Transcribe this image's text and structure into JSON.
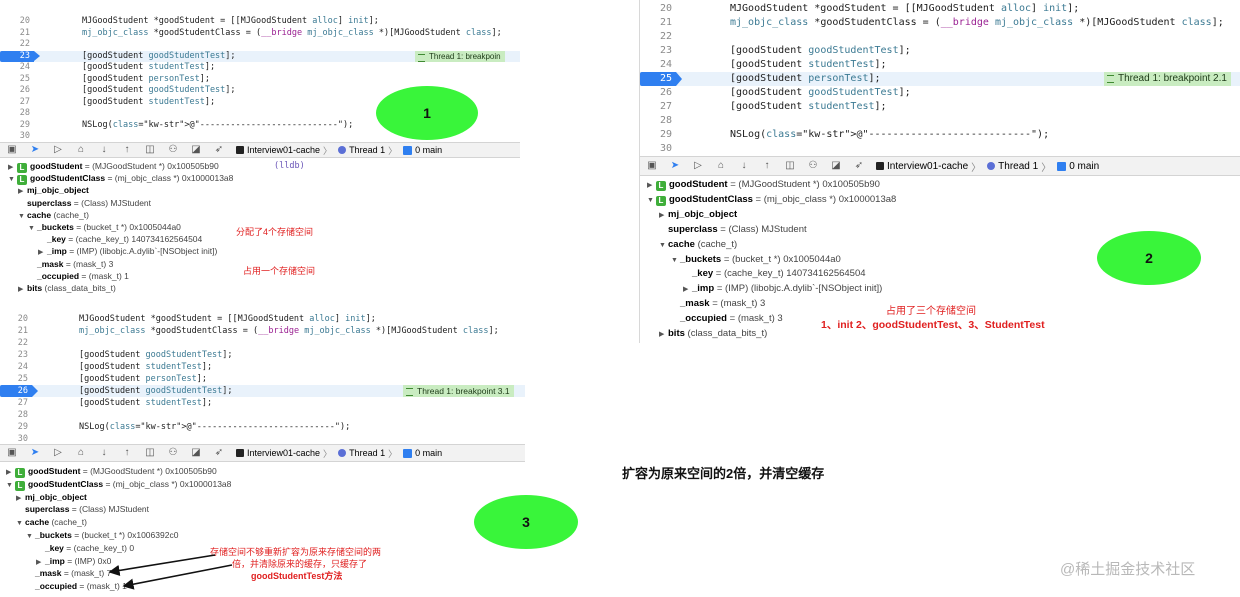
{
  "panel1": {
    "code": [
      {
        "n": "20",
        "t": "MJGoodStudent *goodStudent = [[MJGoodStudent alloc] init];"
      },
      {
        "n": "21",
        "t": "mj_objc_class *goodStudentClass = (__bridge mj_objc_class *)[MJGoodStudent class];"
      },
      {
        "n": "22",
        "t": ""
      },
      {
        "n": "23",
        "t": "[goodStudent goodStudentTest];",
        "bp": true
      },
      {
        "n": "24",
        "t": "[goodStudent studentTest];"
      },
      {
        "n": "25",
        "t": "[goodStudent personTest];"
      },
      {
        "n": "26",
        "t": "[goodStudent goodStudentTest];"
      },
      {
        "n": "27",
        "t": "[goodStudent studentTest];"
      },
      {
        "n": "28",
        "t": ""
      },
      {
        "n": "29",
        "t": "NSLog(@\"---------------------------\");"
      },
      {
        "n": "30",
        "t": ""
      }
    ],
    "breakpoint_tag": "Thread 1: breakpoin",
    "toolbar": {
      "target": "Interview01-cache",
      "thread": "Thread 1",
      "frame": "0 main"
    },
    "lldb": "(lldb)",
    "vars": [
      {
        "i": 0,
        "tri": "▶",
        "L": true,
        "name": "goodStudent",
        "type": " = (MJGoodStudent *) 0x100505b90"
      },
      {
        "i": 0,
        "tri": "▼",
        "L": true,
        "name": "goodStudentClass",
        "type": " = (mj_objc_class *) 0x1000013a8"
      },
      {
        "i": 1,
        "tri": "▶",
        "name": "mj_objc_object",
        "type": ""
      },
      {
        "i": 1,
        "tri": "",
        "name": "superclass",
        "type": " = (Class) MJStudent"
      },
      {
        "i": 1,
        "tri": "▼",
        "name": "cache",
        "type": " (cache_t)"
      },
      {
        "i": 2,
        "tri": "▼",
        "name": "_buckets",
        "type": " = (bucket_t *) 0x1005044a0"
      },
      {
        "i": 3,
        "tri": "",
        "name": "_key",
        "type": " = (cache_key_t) 140734162564504"
      },
      {
        "i": 3,
        "tri": "▶",
        "name": "_imp",
        "type": " = (IMP) (libobjc.A.dylib`-[NSObject init])"
      },
      {
        "i": 2,
        "tri": "",
        "name": "_mask",
        "type": " = (mask_t) 3"
      },
      {
        "i": 2,
        "tri": "",
        "name": "_occupied",
        "type": " = (mask_t) 1"
      },
      {
        "i": 1,
        "tri": "▶",
        "name": "bits",
        "type": " (class_data_bits_t)"
      }
    ],
    "note_alloc": "分配了4个存储空间",
    "note_used": "占用一个存储空间",
    "badge": "1"
  },
  "panel2": {
    "code": [
      {
        "n": "20",
        "t": "MJGoodStudent *goodStudent = [[MJGoodStudent alloc] init];"
      },
      {
        "n": "21",
        "t": "mj_objc_class *goodStudentClass = (__bridge mj_objc_class *)[MJGoodStudent class];"
      },
      {
        "n": "22",
        "t": ""
      },
      {
        "n": "23",
        "t": "[goodStudent goodStudentTest];"
      },
      {
        "n": "24",
        "t": "[goodStudent studentTest];"
      },
      {
        "n": "25",
        "t": "[goodStudent personTest];",
        "bp": true
      },
      {
        "n": "26",
        "t": "[goodStudent goodStudentTest];"
      },
      {
        "n": "27",
        "t": "[goodStudent studentTest];"
      },
      {
        "n": "28",
        "t": ""
      },
      {
        "n": "29",
        "t": "NSLog(@\"---------------------------\");"
      },
      {
        "n": "30",
        "t": ""
      }
    ],
    "breakpoint_tag": "Thread 1: breakpoint 2.1",
    "toolbar": {
      "target": "Interview01-cache",
      "thread": "Thread 1",
      "frame": "0 main"
    },
    "vars": [
      {
        "i": 0,
        "tri": "▶",
        "L": true,
        "name": "goodStudent",
        "type": " = (MJGoodStudent *) 0x100505b90"
      },
      {
        "i": 0,
        "tri": "▼",
        "L": true,
        "name": "goodStudentClass",
        "type": " = (mj_objc_class *) 0x1000013a8"
      },
      {
        "i": 1,
        "tri": "▶",
        "name": "mj_objc_object",
        "type": ""
      },
      {
        "i": 1,
        "tri": "",
        "name": "superclass",
        "type": " = (Class) MJStudent"
      },
      {
        "i": 1,
        "tri": "▼",
        "name": "cache",
        "type": " (cache_t)"
      },
      {
        "i": 2,
        "tri": "▼",
        "name": "_buckets",
        "type": " = (bucket_t *) 0x1005044a0"
      },
      {
        "i": 3,
        "tri": "",
        "name": "_key",
        "type": " = (cache_key_t) 140734162564504"
      },
      {
        "i": 3,
        "tri": "▶",
        "name": "_imp",
        "type": " = (IMP) (libobjc.A.dylib`-[NSObject init])"
      },
      {
        "i": 2,
        "tri": "",
        "name": "_mask",
        "type": " = (mask_t) 3"
      },
      {
        "i": 2,
        "tri": "",
        "name": "_occupied",
        "type": " = (mask_t) 3"
      },
      {
        "i": 1,
        "tri": "▶",
        "name": "bits",
        "type": " (class_data_bits_t)"
      }
    ],
    "note_used": "占用了三个存储空间",
    "note_list": "1、init 2、goodStudentTest、3、StudentTest",
    "badge": "2"
  },
  "panel3": {
    "code": [
      {
        "n": "20",
        "t": "MJGoodStudent *goodStudent = [[MJGoodStudent alloc] init];"
      },
      {
        "n": "21",
        "t": "mj_objc_class *goodStudentClass = (__bridge mj_objc_class *)[MJGoodStudent class];"
      },
      {
        "n": "22",
        "t": ""
      },
      {
        "n": "23",
        "t": "[goodStudent goodStudentTest];"
      },
      {
        "n": "24",
        "t": "[goodStudent studentTest];"
      },
      {
        "n": "25",
        "t": "[goodStudent personTest];"
      },
      {
        "n": "26",
        "t": "[goodStudent goodStudentTest];",
        "bp": true
      },
      {
        "n": "27",
        "t": "[goodStudent studentTest];"
      },
      {
        "n": "28",
        "t": ""
      },
      {
        "n": "29",
        "t": "NSLog(@\"---------------------------\");"
      },
      {
        "n": "30",
        "t": ""
      }
    ],
    "breakpoint_tag": "Thread 1: breakpoint 3.1",
    "toolbar": {
      "target": "Interview01-cache",
      "thread": "Thread 1",
      "frame": "0 main"
    },
    "vars": [
      {
        "i": 0,
        "tri": "▶",
        "L": true,
        "name": "goodStudent",
        "type": " = (MJGoodStudent *) 0x100505b90"
      },
      {
        "i": 0,
        "tri": "▼",
        "L": true,
        "name": "goodStudentClass",
        "type": " = (mj_objc_class *) 0x1000013a8"
      },
      {
        "i": 1,
        "tri": "▶",
        "name": "mj_objc_object",
        "type": ""
      },
      {
        "i": 1,
        "tri": "",
        "name": "superclass",
        "type": " = (Class) MJStudent"
      },
      {
        "i": 1,
        "tri": "▼",
        "name": "cache",
        "type": " (cache_t)"
      },
      {
        "i": 2,
        "tri": "▼",
        "name": "_buckets",
        "type": " = (bucket_t *) 0x1006392c0"
      },
      {
        "i": 3,
        "tri": "",
        "name": "_key",
        "type": " = (cache_key_t) 0"
      },
      {
        "i": 3,
        "tri": "▶",
        "name": "_imp",
        "type": " = (IMP) 0x0"
      },
      {
        "i": 2,
        "tri": "",
        "name": "_mask",
        "type": " = (mask_t) 7"
      },
      {
        "i": 2,
        "tri": "",
        "name": "_occupied",
        "type": " = (mask_t) 1"
      }
    ],
    "note_lines": [
      "存储空间不够重新扩容为原来存储空间的两",
      "倍，并清除原来的缓存，只缓存了",
      "goodStudentTest方法"
    ],
    "badge": "3"
  },
  "caption": "扩容为原来空间的2倍，并清空缓存",
  "watermark": "@稀土掘金技术社区",
  "colors": {
    "badge": "#39f53a",
    "note": "#e02020",
    "breakpoint": "#2f7ff0",
    "bp_tag": "#c9ecc1"
  }
}
